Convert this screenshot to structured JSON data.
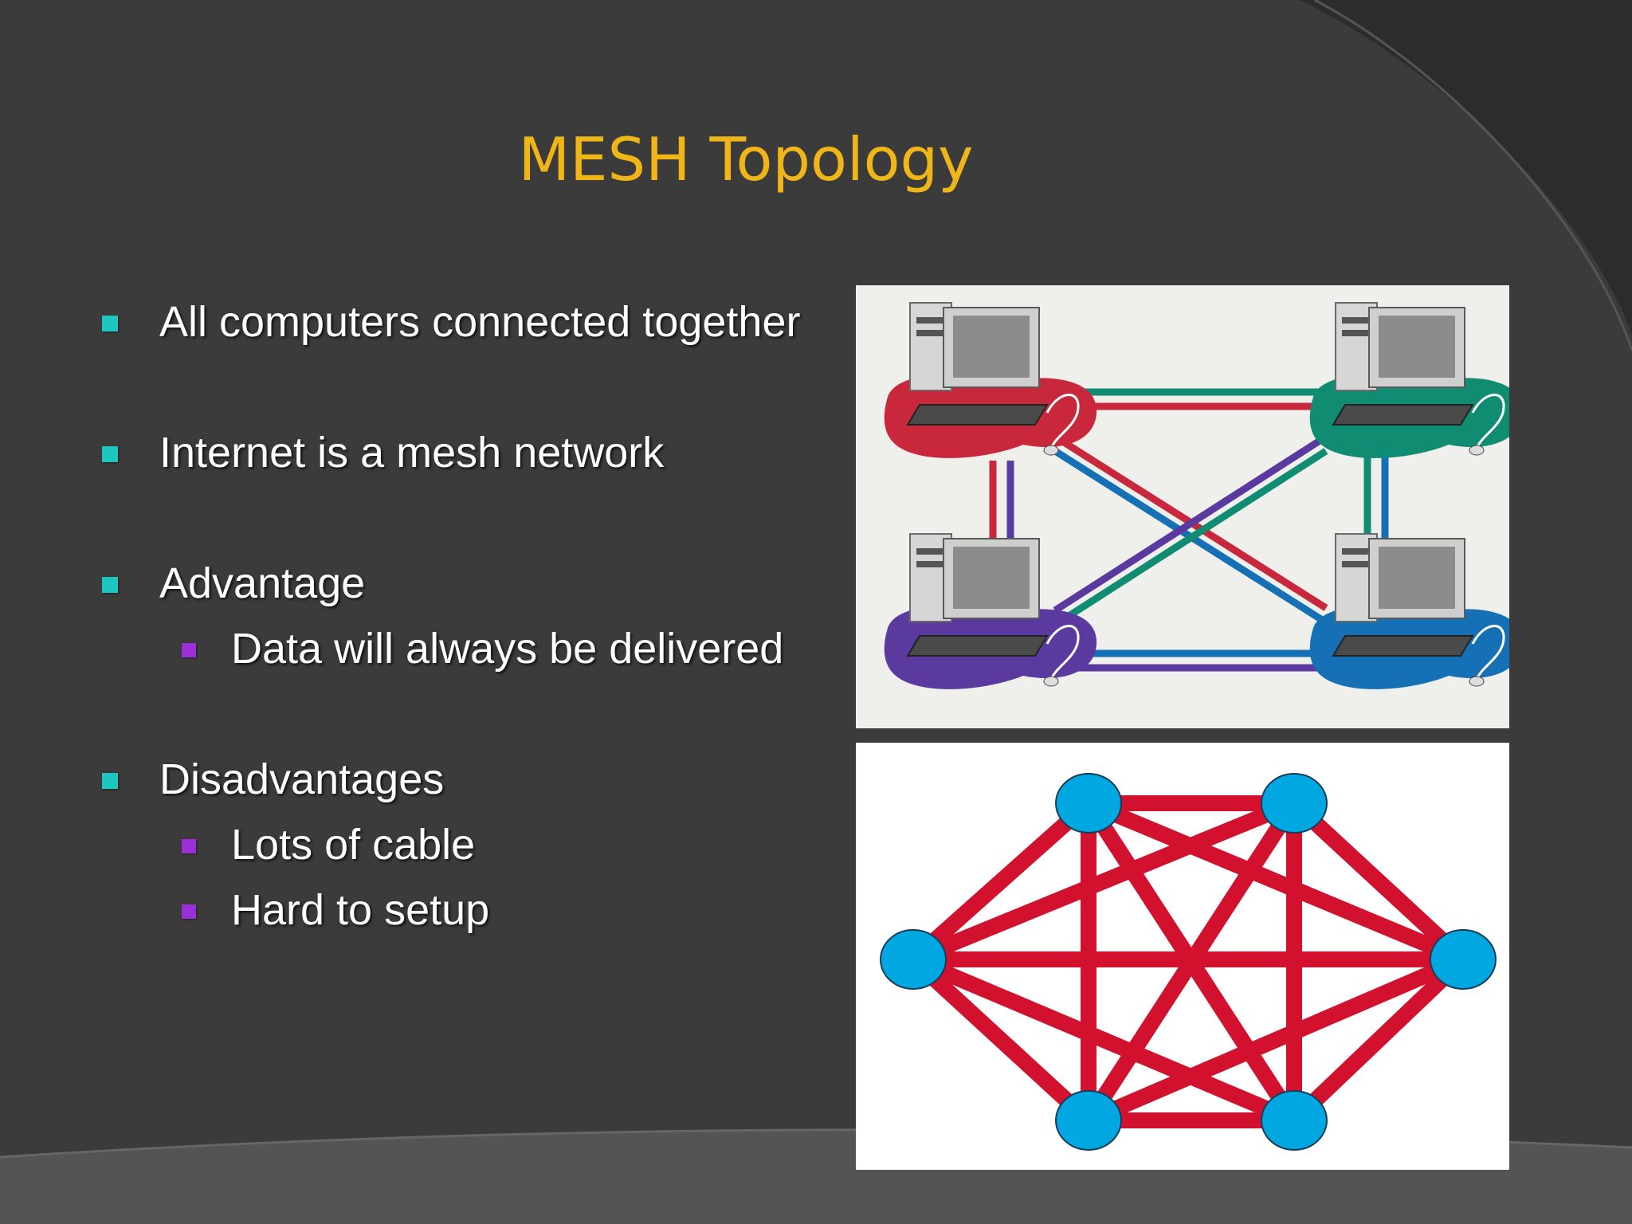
{
  "slide": {
    "title": "MESH Topology",
    "bullets": [
      {
        "level": 1,
        "text": "All computers connected together"
      },
      {
        "level": 1,
        "text": "Internet is a mesh network"
      },
      {
        "level": 1,
        "text": "Advantage"
      },
      {
        "level": 2,
        "text": "Data will always be delivered"
      },
      {
        "level": 1,
        "text": "Disadvantages"
      },
      {
        "level": 2,
        "text": "Lots of cable"
      },
      {
        "level": 2,
        "text": "Hard to setup"
      }
    ]
  },
  "colors": {
    "title": "#f0b617",
    "level1_marker": "#1cc7bf",
    "level2_marker": "#9b30d9",
    "mesh_link": "#d2112e",
    "mesh_node": "#00a7e0"
  },
  "figures": {
    "computer_mesh": {
      "computers": [
        {
          "color": "#c9283c"
        },
        {
          "color": "#0f8c72"
        },
        {
          "color": "#5a3a9e"
        },
        {
          "color": "#1670b5"
        }
      ]
    },
    "graph_mesh": {
      "node_count": 6
    }
  }
}
